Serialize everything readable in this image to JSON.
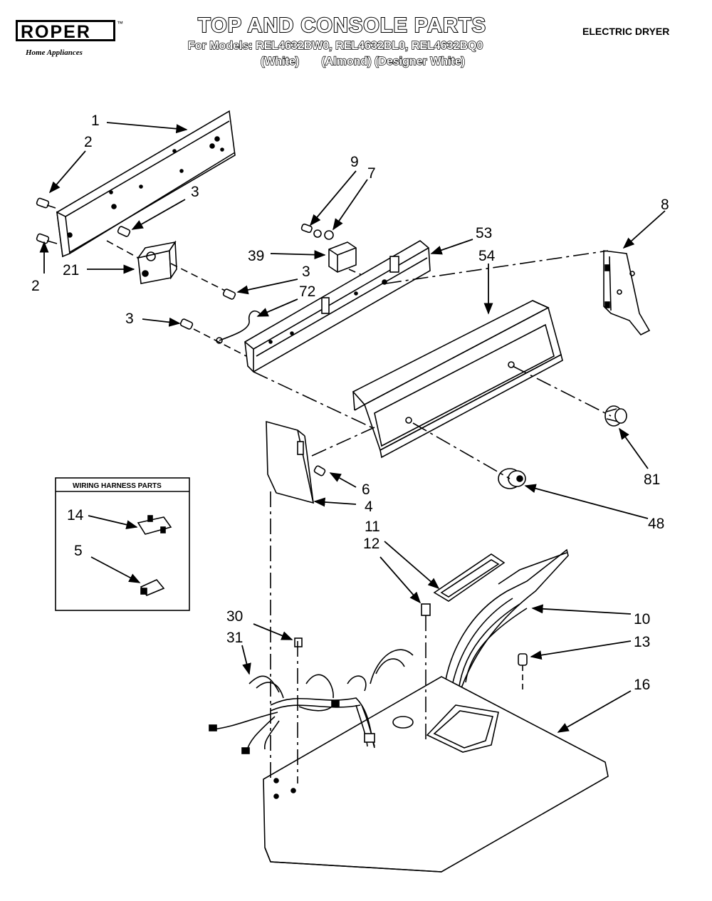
{
  "header": {
    "brand": "ROPER",
    "brand_sub": "Home Appliances",
    "title": "TOP AND CONSOLE PARTS",
    "models_line": "For Models: REL4632BW0, REL4632BL0, REL4632BQ0",
    "colors_line": "(White)       (Almond) (Designer White)",
    "dryer_type": "ELECTRIC DRYER"
  },
  "harness_box": {
    "title": "WIRING HARNESS PARTS"
  },
  "callouts": {
    "c1": "1",
    "c2a": "2",
    "c2b": "2",
    "c3a": "3",
    "c3b": "3",
    "c3c": "3",
    "c21": "21",
    "c72": "72",
    "c9": "9",
    "c7": "7",
    "c39": "39",
    "c53": "53",
    "c54": "54",
    "c8": "8",
    "c81": "81",
    "c48": "48",
    "c6": "6",
    "c4": "4",
    "c11": "11",
    "c12": "12",
    "c10": "10",
    "c13": "13",
    "c16": "16",
    "c30": "30",
    "c31": "31",
    "c14": "14",
    "c5": "5"
  }
}
